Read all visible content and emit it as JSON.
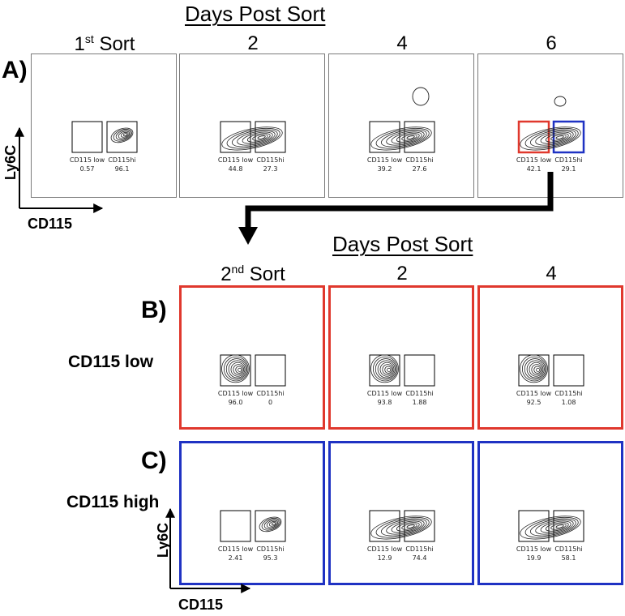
{
  "section_a": {
    "header": "Days Post Sort",
    "letter": "A)",
    "columns": [
      {
        "label": "1",
        "sup": "st",
        "suffix": " Sort"
      },
      {
        "label": "2",
        "sup": "",
        "suffix": ""
      },
      {
        "label": "4",
        "sup": "",
        "suffix": ""
      },
      {
        "label": "6",
        "sup": "",
        "suffix": ""
      }
    ],
    "y_axis": "Ly6C",
    "x_axis": "CD115"
  },
  "section_bc": {
    "header": "Days Post Sort",
    "columns": [
      {
        "label": "2",
        "sup": "nd",
        "suffix": " Sort"
      },
      {
        "label": "2",
        "sup": "",
        "suffix": ""
      },
      {
        "label": "4",
        "sup": "",
        "suffix": ""
      }
    ],
    "rows": [
      {
        "letter": "B)",
        "label": "CD115 low"
      },
      {
        "letter": "C)",
        "label": "CD115 high"
      }
    ],
    "y_axis": "Ly6C",
    "x_axis": "CD115"
  },
  "gate_names": {
    "low": "CD115 low",
    "high": "CD115hi"
  },
  "colors": {
    "red": "#e0382d",
    "blue": "#1f32c3",
    "gray_border": "#7a7a7a"
  },
  "chart_data": {
    "type": "contour",
    "panels": [
      {
        "row": "A",
        "day_label": "1st Sort",
        "low_pct": "0.57",
        "high_pct": "96.1",
        "spread": "high"
      },
      {
        "row": "A",
        "day_label": "2",
        "low_pct": "44.8",
        "high_pct": "27.3",
        "spread": "mid"
      },
      {
        "row": "A",
        "day_label": "4",
        "low_pct": "39.2",
        "high_pct": "27.6",
        "spread": "mid"
      },
      {
        "row": "A",
        "day_label": "6",
        "low_pct": "42.1",
        "high_pct": "29.1",
        "spread": "mid"
      },
      {
        "row": "B",
        "day_label": "2nd Sort",
        "low_pct": "96.0",
        "high_pct": "0",
        "spread": "low"
      },
      {
        "row": "B",
        "day_label": "2",
        "low_pct": "93.8",
        "high_pct": "1.88",
        "spread": "low"
      },
      {
        "row": "B",
        "day_label": "4",
        "low_pct": "92.5",
        "high_pct": "1.08",
        "spread": "low"
      },
      {
        "row": "C",
        "day_label": "2nd Sort",
        "low_pct": "2.41",
        "high_pct": "95.3",
        "spread": "high"
      },
      {
        "row": "C",
        "day_label": "2",
        "low_pct": "12.9",
        "high_pct": "74.4",
        "spread": "mid"
      },
      {
        "row": "C",
        "day_label": "4",
        "low_pct": "19.9",
        "high_pct": "58.1",
        "spread": "mid"
      }
    ]
  }
}
